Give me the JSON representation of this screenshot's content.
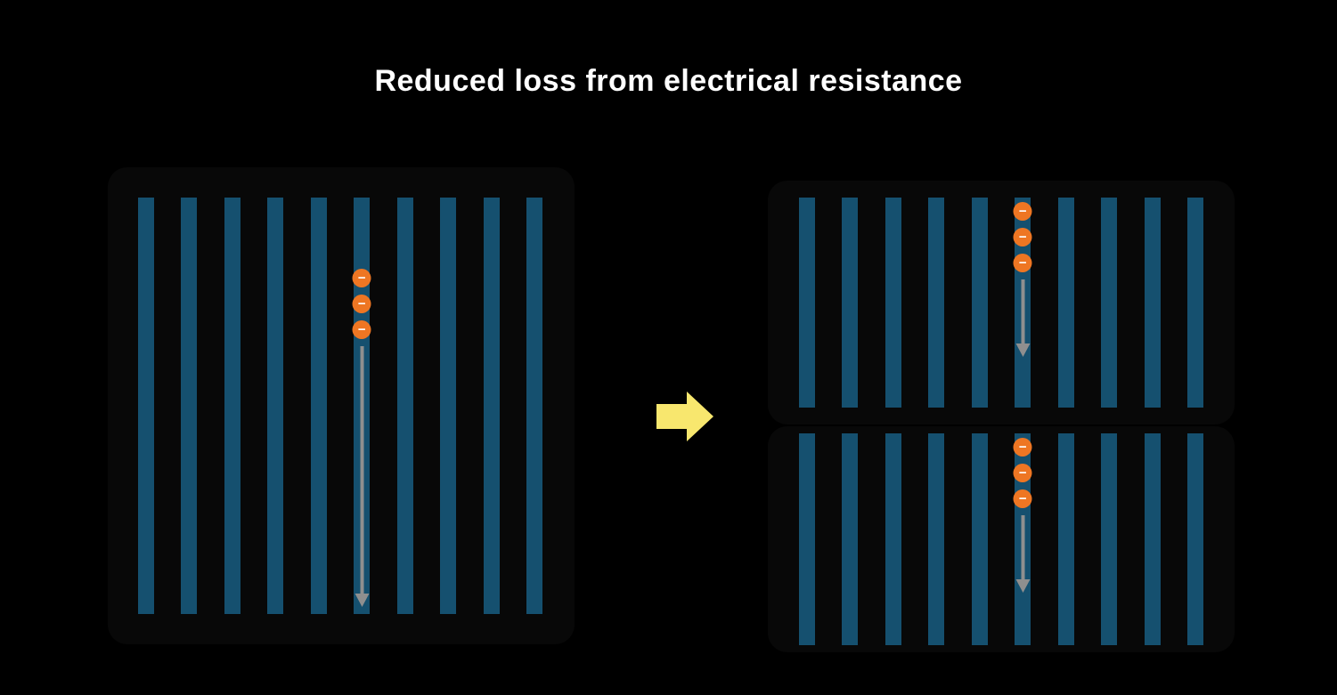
{
  "title": "Reduced loss from electrical resistance",
  "electron_symbol": "−",
  "colors": {
    "background": "#000000",
    "title": "#ffffff",
    "panel_bg": "rgba(255,255,255,0.03)",
    "bar": "#15506f",
    "electron": "#ee7623",
    "electron_symbol": "#ffffff",
    "flow_arrow": "#8f8f8f",
    "transition_arrow": "#f8e76e"
  },
  "panels": {
    "full_cell": {
      "label": "full-cell",
      "bar_count": 10,
      "electron_column_index": 5,
      "electron_count": 3
    },
    "half_cell_top": {
      "label": "half-cell-top",
      "bar_count": 10,
      "electron_column_index": 5,
      "electron_count": 3
    },
    "half_cell_bottom": {
      "label": "half-cell-bottom",
      "bar_count": 10,
      "electron_column_index": 5,
      "electron_count": 3
    }
  },
  "icons": {
    "flow_arrow": "down-arrow-icon",
    "transition_arrow": "right-arrow-icon",
    "electron": "electron-minus-icon"
  }
}
